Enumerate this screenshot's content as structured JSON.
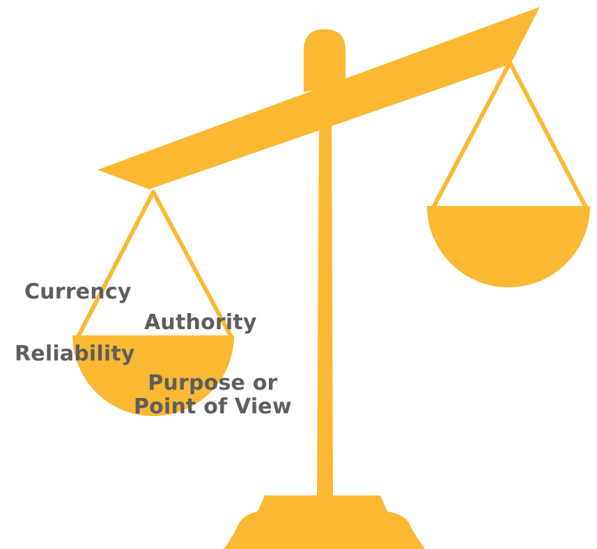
{
  "colors": {
    "scale": "#FBB832",
    "text": "#5E5E5E",
    "background": "#FFFFFF"
  },
  "labels": {
    "currency": "Currency",
    "authority": "Authority",
    "reliability": "Reliability",
    "purpose_line1": "Purpose or",
    "purpose_line2": "Point of View"
  }
}
